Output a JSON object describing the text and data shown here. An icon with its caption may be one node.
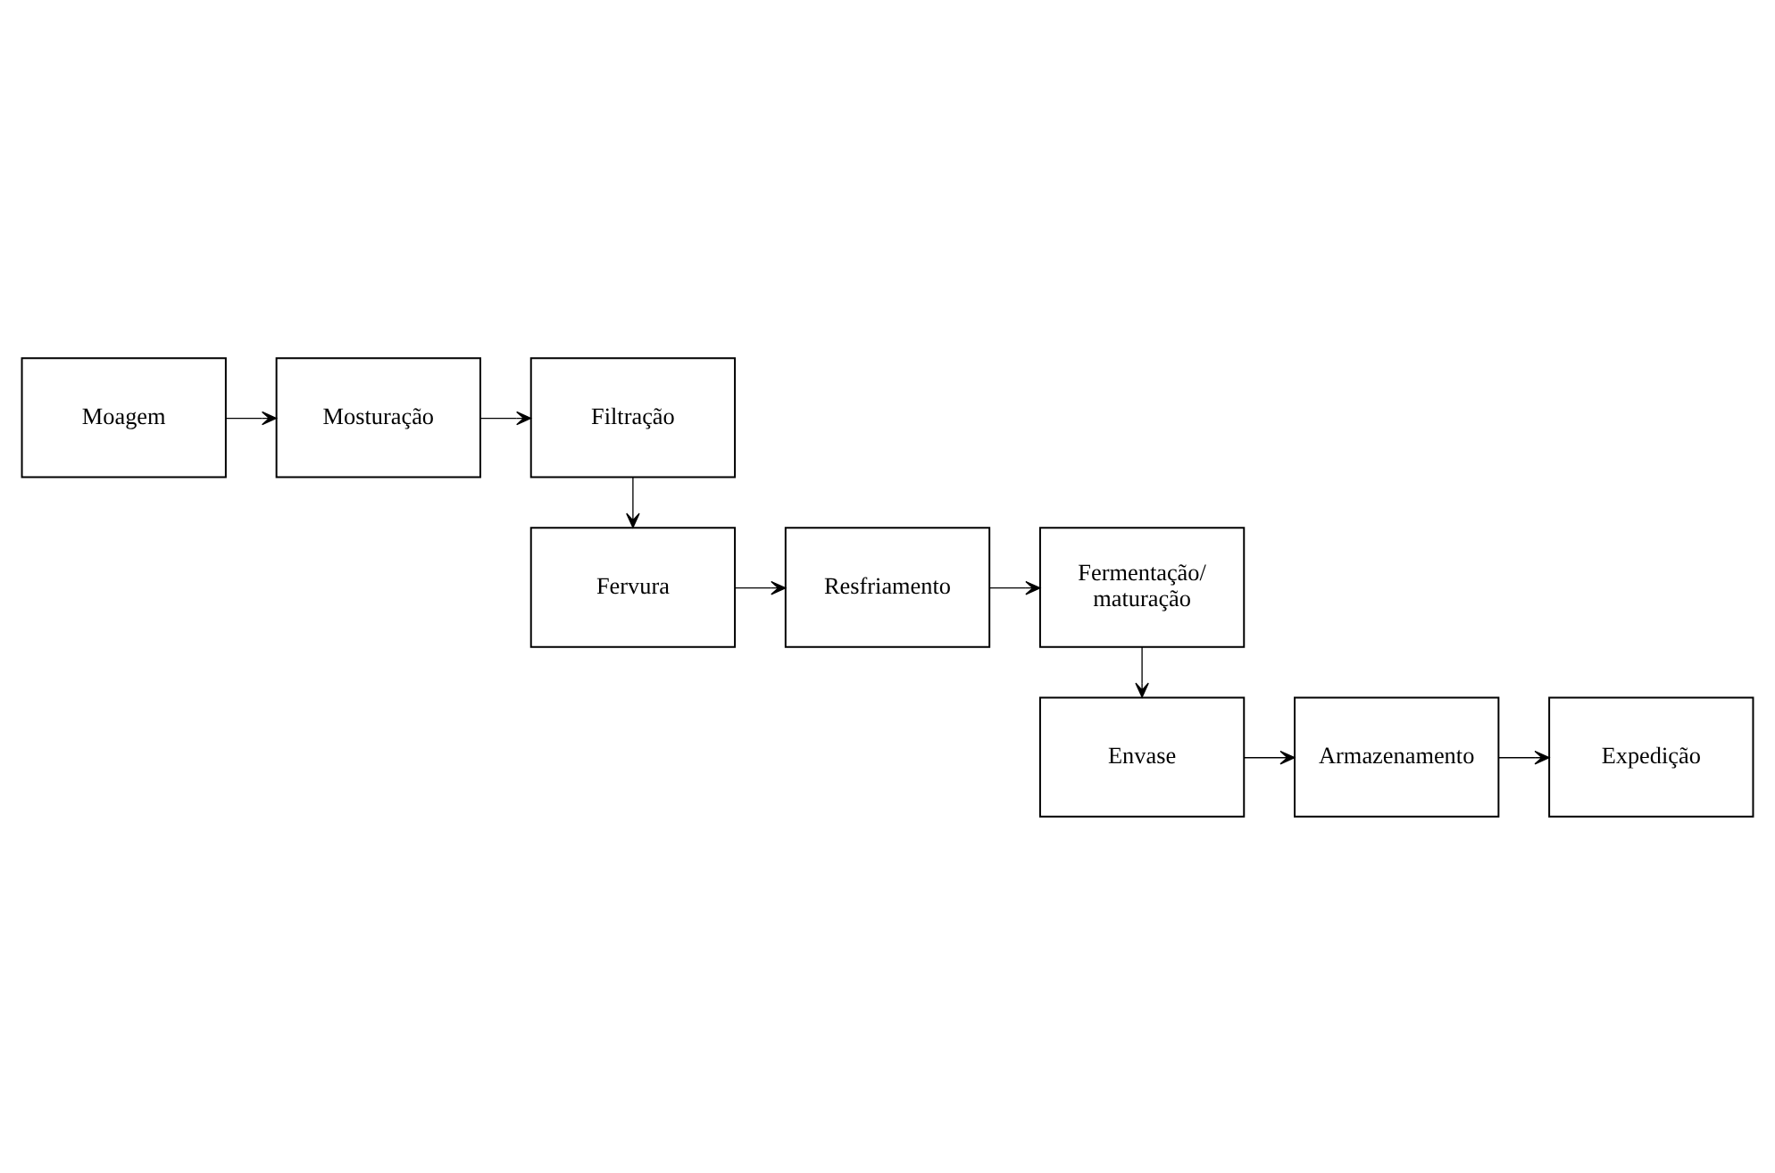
{
  "diagram": {
    "nodes": [
      {
        "text": [
          "Moagem"
        ]
      },
      {
        "text": [
          "Mosturação"
        ]
      },
      {
        "text": [
          "Filtração"
        ]
      },
      {
        "text": [
          "Fervura"
        ]
      },
      {
        "text": [
          "Resfriamento"
        ]
      },
      {
        "text": [
          "Fermentação/ maturação"
        ]
      },
      {
        "text": [
          "Envase"
        ]
      },
      {
        "text": [
          "Armazenamento"
        ]
      },
      {
        "text": [
          "Expedição"
        ]
      }
    ],
    "edges": [
      {
        "from": 0,
        "to": 1,
        "arrow": "to"
      },
      {
        "from": 1,
        "to": 2,
        "arrow": "to"
      },
      {
        "from": 2,
        "to": 3,
        "arrow": "to"
      },
      {
        "from": 3,
        "to": 4,
        "arrow": "to"
      },
      {
        "from": 4,
        "to": 5,
        "arrow": "to"
      },
      {
        "from": 5,
        "to": 6,
        "arrow": "to"
      },
      {
        "from": 6,
        "to": 7,
        "arrow": "to"
      },
      {
        "from": 7,
        "to": 8,
        "arrow": "to"
      }
    ]
  }
}
